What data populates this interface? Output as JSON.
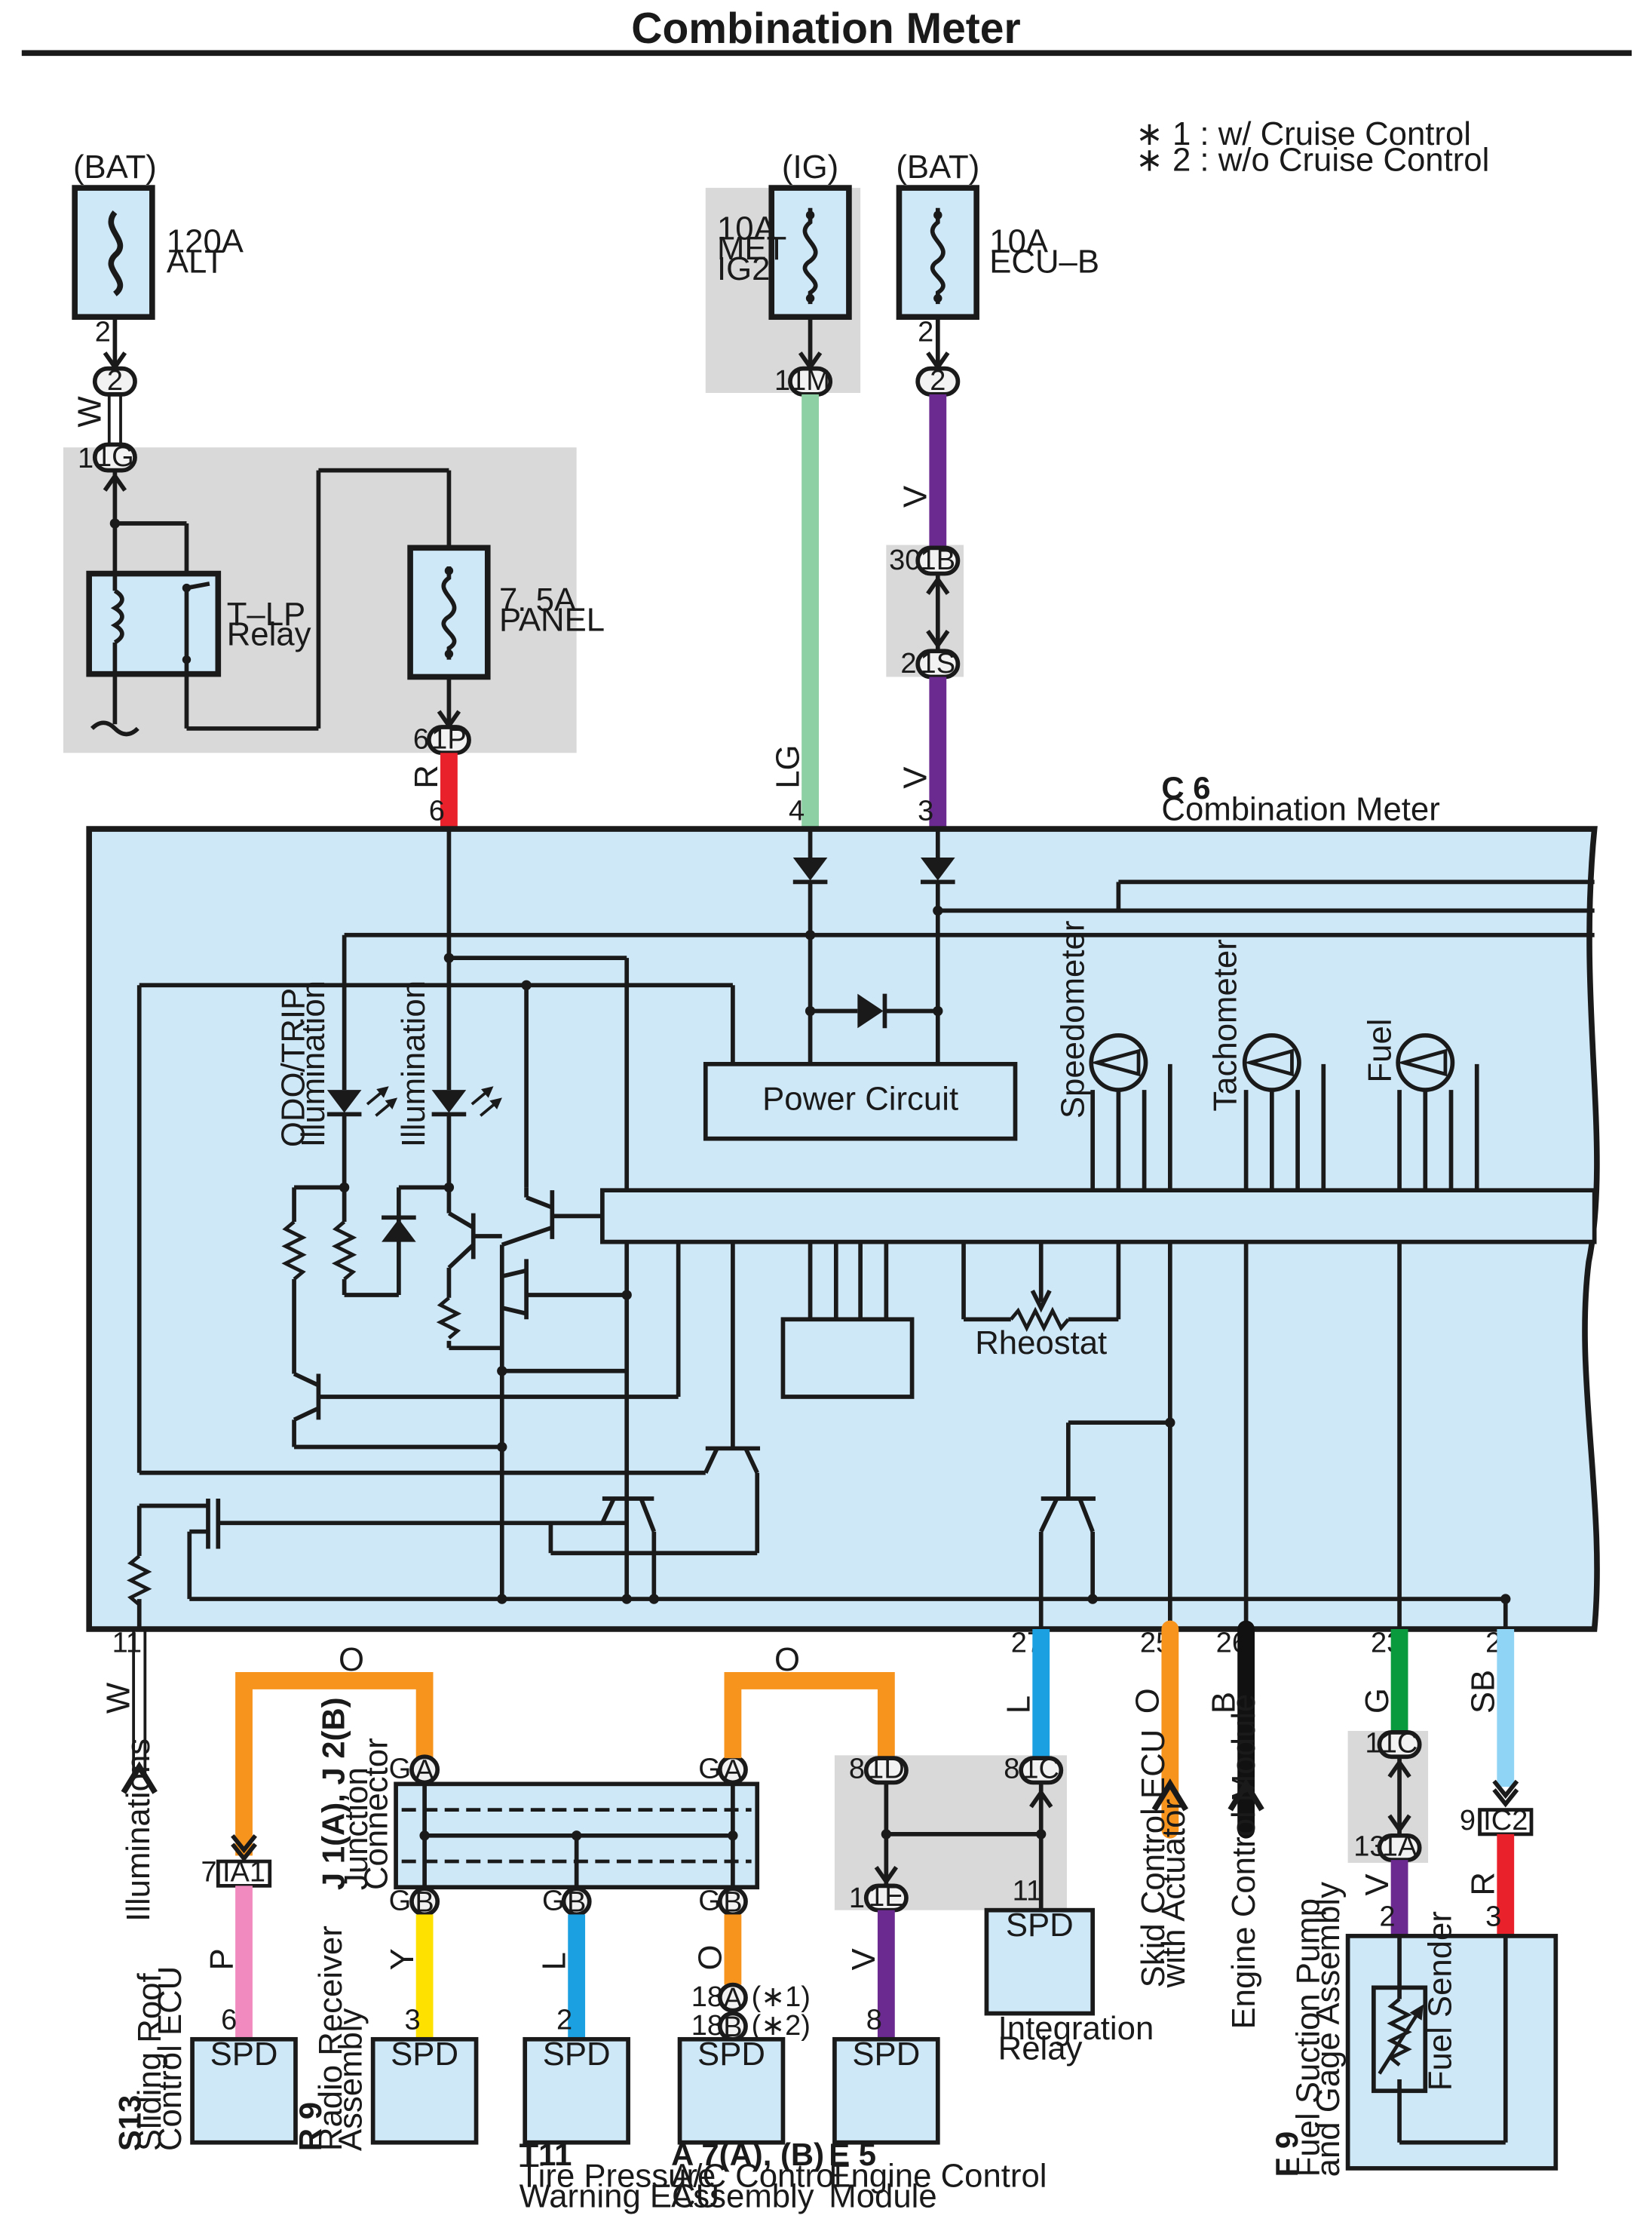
{
  "title": "Combination Meter",
  "notes": [
    "∗ 1 : w/ Cruise Control",
    "∗ 2 : w/o Cruise Control"
  ],
  "colors": {
    "meter_fill": "#cfe8f8",
    "W": "#ffffff",
    "R": "#e8212b",
    "LG": "#8dd0a3",
    "V": "#6a2a8f",
    "O": "#f7941d",
    "L": "#1ba1e2",
    "B": "#111111",
    "G": "#0a9a3e",
    "SB": "#8fd3f5",
    "P": "#f18bbf",
    "Y": "#ffe100"
  },
  "fuses": [
    {
      "source": "(BAT)",
      "amp": "120A",
      "name": "ALT"
    },
    {
      "source": "(IG)",
      "amp": "10A",
      "name": "MET",
      "name2": "IG2"
    },
    {
      "source": "(BAT)",
      "amp": "10A",
      "name": "ECU–B"
    },
    {
      "amp": "7. 5A",
      "name": "PANEL"
    }
  ],
  "relay": {
    "name": "T–LP",
    "name2": "Relay"
  },
  "meter": {
    "code": "C 6",
    "name": "Combination Meter",
    "power_circuit": "Power Circuit",
    "gauges": [
      "Speedometer",
      "Tachometer",
      "Fuel"
    ],
    "illum": {
      "odo1": "ODO/TRIP",
      "odo2": "Illumination",
      "ill": "Illumination"
    },
    "rheostat": "Rheostat"
  },
  "wires": {
    "W": "W",
    "R": "R",
    "LG": "LG",
    "V": "V",
    "O": "O",
    "L": "L",
    "B": "B",
    "G": "G",
    "SB": "SB",
    "P": "P",
    "Y": "Y"
  },
  "pins": {
    "n1": "1",
    "n2": "2",
    "n3": "3",
    "n4": "4",
    "n6": "6",
    "n7": "7",
    "n8": "8",
    "n9": "9",
    "n11": "11",
    "n13": "13",
    "n18": "18",
    "n23": "23",
    "n25": "25",
    "n26": "26",
    "n27": "27",
    "n30": "30",
    "G": "G",
    "A": "A",
    "B": "B"
  },
  "connectors": {
    "c1G": "1G",
    "c1M": "1M",
    "c1B": "1B",
    "c1S": "1S",
    "c1P": "1P",
    "c2": "2",
    "cIA1": "IA1",
    "c1D": "1D",
    "c1C": "1C",
    "c1E": "1E",
    "c1A": "1A",
    "cIC2": "IC2",
    "star1": "(∗1)",
    "star2": "(∗2)"
  },
  "components": {
    "spd": "SPD",
    "s13": {
      "code": "S13",
      "l1": "Sliding Roof",
      "l2": "Control ECU"
    },
    "r9": {
      "code": "R 9",
      "l1": "Radio Receiver",
      "l2": "Assembly"
    },
    "t11": {
      "code": "T11",
      "l1": "Tire Pressure",
      "l2": "Warning ECU"
    },
    "a7": {
      "code": "A 7(A), (B)",
      "l1": "A/C Control",
      "l2": "Assembly"
    },
    "e5": {
      "code": "E 5",
      "l1": "Engine Control",
      "l2": "Module"
    },
    "jc": {
      "code": "J 1(A), J 2(B)",
      "l1": "Junction",
      "l2": "Connector"
    },
    "integration": {
      "l1": "Integration",
      "l2": "Relay"
    },
    "illuminations": "Illuminations",
    "skid": {
      "l1": "Skid Control ECU",
      "l2": "with Actuator"
    },
    "ecm": "Engine Control Module",
    "f9": {
      "code": "F 9",
      "l1": "Fuel Suction Pump",
      "l2": "and Gage Assembly"
    },
    "fuel_sender": "Fuel Sender"
  }
}
